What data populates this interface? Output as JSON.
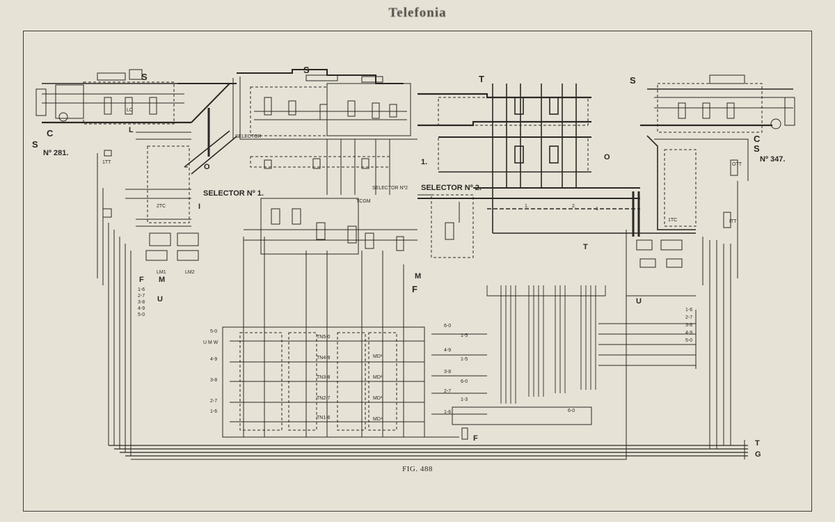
{
  "page": {
    "title": "Telefonia",
    "caption": "FIG. 488"
  },
  "labels": {
    "s_left": "S",
    "s_top_left": "S",
    "s_top_mid": "S",
    "s_right": "S",
    "t_top": "T",
    "t_bottom": "T",
    "c_left": "C",
    "c_right": "C",
    "num_left": "Nº 281.",
    "num_right": "Nº 347.",
    "s_c_right": "S",
    "o_left": "O",
    "o_right": "O",
    "l_left": "L",
    "i_left": "I",
    "selector": "SELECTOR",
    "selector_1": "SELECTOR Nº 1.",
    "selector_n2": "SELECTOR Nº2",
    "selector_2": "SELECTOR Nº 2.",
    "tcgm": "TCGM",
    "m": "M",
    "m2": "M",
    "f": "F",
    "f_big": "F",
    "f_bottom": "F",
    "u_left": "U",
    "u_right": "U",
    "umw": "U M W",
    "one": "1.",
    "two": "2.",
    "one_b": "1.",
    "one_c": "1",
    "t_end": "T",
    "g_end": "G",
    "lc": "LC"
  },
  "codes_left": [
    "1-6",
    "2-7",
    "3-8",
    "4-9",
    "5-0"
  ],
  "codes_right": [
    "1-6",
    "2-7",
    "3-8",
    "4-9",
    "5-0"
  ],
  "rows_left": [
    "5-0",
    "4-9",
    "3-8",
    "2-7",
    "1-6"
  ],
  "tn_labels": [
    "TN5-0",
    "TN4-9",
    "TN3-8",
    "TN2-7",
    "TN1-6"
  ],
  "md_labels": [
    "MD¹",
    "MD²",
    "MD³",
    "MD⁴"
  ],
  "relay_codes": [
    "LM1",
    "LM2",
    "1TT",
    "OTT",
    "2TC",
    "1TC",
    "ITT"
  ],
  "out_codes": [
    "6-0",
    "1-5",
    "4-9",
    "1-5",
    "3-8",
    "6-0",
    "2-7",
    "1-3",
    "1-6",
    "6-0"
  ],
  "colors": {
    "ink": "#2a2824",
    "paper": "#e6e2d6",
    "frame": "#3d3b36"
  }
}
